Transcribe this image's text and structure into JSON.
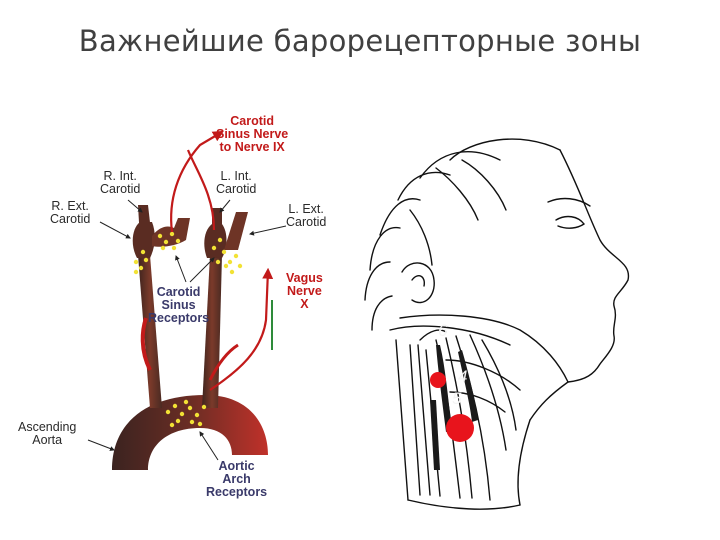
{
  "title": "Важнейшие барорецепторные зоны",
  "colors": {
    "artery_dark": "#4a2a22",
    "artery_mid": "#7b3a2a",
    "aorta_red": "#c0312a",
    "receptor_yellow": "#f2e235",
    "nerve_red": "#c21a1a",
    "vagus_green": "#2e8b3a",
    "label_blue": "#3a3a6a",
    "highlight_red": "#e8141c"
  },
  "labels": {
    "carotid_sinus_nerve": [
      "Carotid",
      "Sinus Nerve",
      "to Nerve IX"
    ],
    "r_int_carotid": [
      "R. Int.",
      "Carotid"
    ],
    "l_int_carotid": [
      "L. Int.",
      "Carotid"
    ],
    "r_ext_carotid": [
      "R. Ext.",
      "Carotid"
    ],
    "l_ext_carotid": [
      "L. Ext.",
      "Carotid"
    ],
    "vagus_nerve": [
      "Vagus",
      "Nerve",
      "X"
    ],
    "carotid_sinus_receptors": [
      "Carotid",
      "Sinus",
      "Receptors"
    ],
    "ascending_aorta": [
      "Ascending",
      "Aorta"
    ],
    "aortic_arch_receptors": [
      "Aortic",
      "Arch",
      "Receptors"
    ]
  },
  "neck_numbers": [
    "6",
    "4",
    "5"
  ]
}
